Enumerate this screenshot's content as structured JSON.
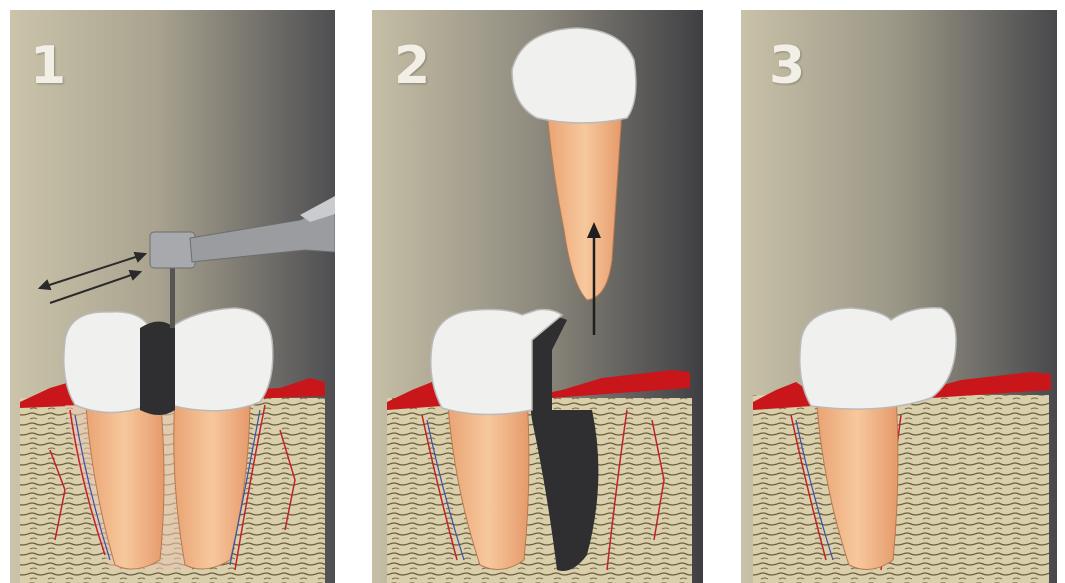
{
  "steps": [
    {
      "number": "1"
    },
    {
      "number": "2"
    },
    {
      "number": "3"
    }
  ],
  "colors": {
    "background_light": "#c8c1a8",
    "background_dark": "#4a4a4e",
    "bone": "#d8cda9",
    "gum": "#c9161b",
    "enamel": "#f0f0ee",
    "root": "#f3b987",
    "metal": "#9a9ca0",
    "dark_implant": "#2f2f31"
  }
}
